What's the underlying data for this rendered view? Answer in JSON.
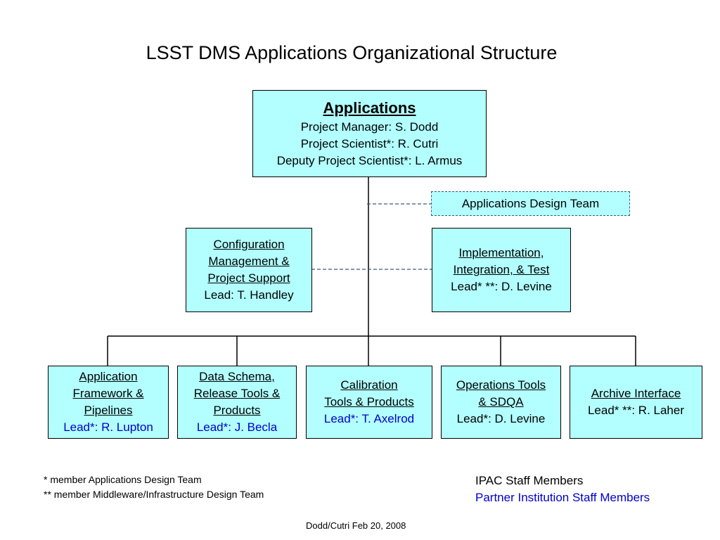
{
  "title": "LSST DMS Applications Organizational Structure",
  "top_box": {
    "heading": "Applications",
    "lines": [
      "Project Manager: S. Dodd",
      "Project Scientist*: R. Cutri",
      "Deputy Project Scientist*: L. Armus"
    ]
  },
  "design_team": "Applications Design Team",
  "config_box": {
    "heading": [
      "Configuration",
      "Management &",
      "Project Support"
    ],
    "lead": "Lead: T. Handley"
  },
  "impl_box": {
    "heading": [
      "Implementation,",
      "Integration, & Test"
    ],
    "lead": "Lead* **: D. Levine"
  },
  "bottom_boxes": [
    {
      "heading": [
        "Application",
        "Framework &",
        "Pipelines"
      ],
      "lead": "Lead*: R. Lupton",
      "partner": true
    },
    {
      "heading": [
        "Data Schema,",
        "Release Tools &",
        "Products"
      ],
      "lead": "Lead*: J. Becla",
      "partner": true
    },
    {
      "heading": [
        "Calibration",
        "Tools & Products"
      ],
      "lead": "Lead*: T. Axelrod",
      "partner": true
    },
    {
      "heading": [
        "Operations Tools",
        "& SDQA"
      ],
      "lead": "Lead*: D. Levine",
      "partner": false
    },
    {
      "heading": [
        "Archive Interface"
      ],
      "lead": "Lead* **: R. Laher",
      "partner": false
    }
  ],
  "footnotes": [
    "* member Applications Design Team",
    "** member Middleware/Infrastructure Design Team"
  ],
  "legend": {
    "ipac": "IPAC Staff Members",
    "partner": "Partner Institution Staff Members"
  },
  "footer": "Dodd/Cutri Feb 20, 2008",
  "colors": {
    "box_fill": "#b3ffff",
    "partner_text": "#0000cc",
    "dashed_line": "#3b5a78"
  }
}
